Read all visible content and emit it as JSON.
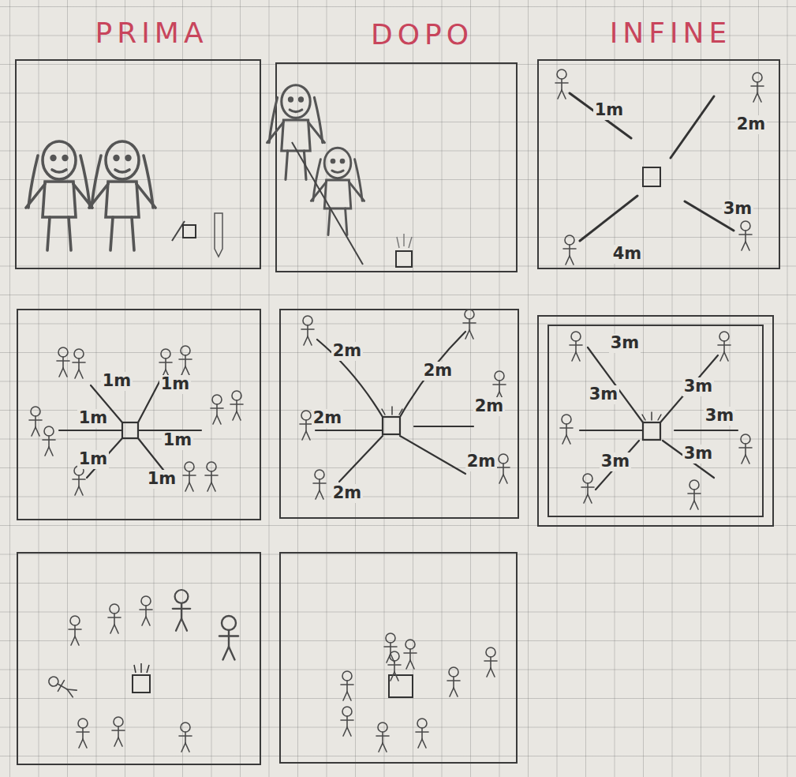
{
  "diagram": {
    "labels": [
      "PRIMA",
      "DOPO",
      "INFINE",
      "1m",
      "2m",
      "3m",
      "4m",
      "1m",
      "1m",
      "1m",
      "1m",
      "1m",
      "1m",
      "2m",
      "2m",
      "2m",
      "2m",
      "2m",
      "2m",
      "3m",
      "3m",
      "3m",
      "3m",
      "3m",
      "3m"
    ]
  }
}
